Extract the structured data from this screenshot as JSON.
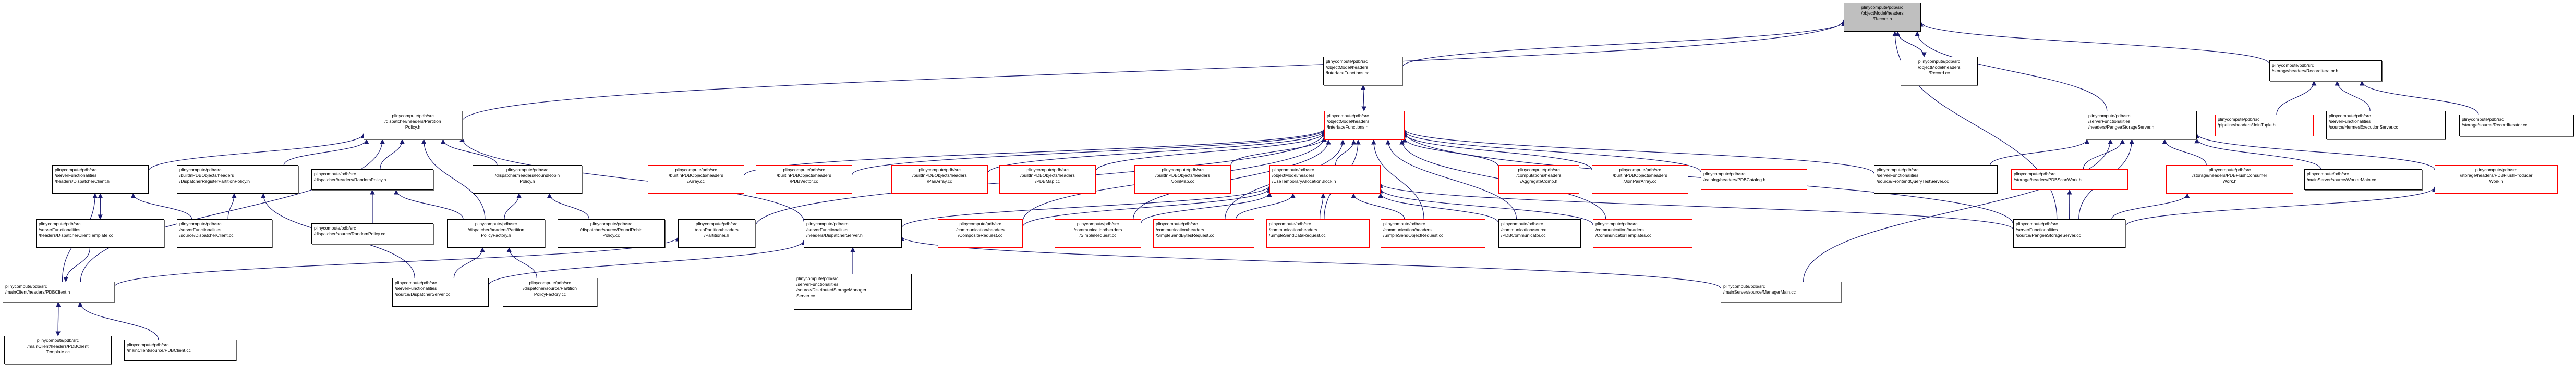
{
  "diagram": {
    "title": "Included-by dependency graph for plinycompute/pdb/src/objectModel/headers/Record.h",
    "colors": {
      "edge": "#191970",
      "node_border": "#000000",
      "incomplete_border": "#ff0000",
      "root_fill": "#bfbfbf"
    },
    "nodes": [
      {
        "id": "record_h",
        "lines": [
          "plinycompute/pdb/src",
          "/objectModel/headers",
          "/Record.h"
        ],
        "style": "root"
      },
      {
        "id": "interfacefunctions_cc",
        "lines": [
          "plinycompute/pdb/src",
          "/objectModel/headers",
          "/InterfaceFunctions.cc"
        ],
        "style": "normal"
      },
      {
        "id": "record_cc",
        "lines": [
          "plinycompute/pdb/src",
          "/objectModel/headers",
          "/Record.cc"
        ],
        "style": "normal"
      },
      {
        "id": "recorditerator_h",
        "lines": [
          "plinycompute/pdb/src",
          "/storage/headers/RecordIterator.h"
        ],
        "style": "normal"
      },
      {
        "id": "partitionpolicy_h",
        "lines": [
          "plinycompute/pdb/src",
          "/dispatcher/headers/Partition",
          "Policy.h"
        ],
        "style": "normal"
      },
      {
        "id": "interfacefunctions_h",
        "lines": [
          "plinycompute/pdb/src",
          "/objectModel/headers",
          "/InterfaceFunctions.h"
        ],
        "style": "red"
      },
      {
        "id": "pangeastorageserver_h",
        "lines": [
          "plinycompute/pdb/src",
          "/serverFunctionalities",
          "/headers/PangeaStorageServer.h"
        ],
        "style": "normal"
      },
      {
        "id": "jointuple_h",
        "lines": [
          "plinycompute/pdb/src",
          "/pipeline/headers/JoinTuple.h"
        ],
        "style": "red"
      },
      {
        "id": "hermesexecutionserver_cc",
        "lines": [
          "plinycompute/pdb/src",
          "/serverFunctionalities",
          "/source/HermesExecutionServer.cc"
        ],
        "style": "normal"
      },
      {
        "id": "recorditerator_cc",
        "lines": [
          "plinycompute/pdb/src",
          "/storage/source/RecordIterator.cc"
        ],
        "style": "normal"
      },
      {
        "id": "dispatcherclient_h",
        "lines": [
          "plinycompute/pdb/src",
          "/serverFunctionalities",
          "/headers/DispatcherClient.h"
        ],
        "style": "normal"
      },
      {
        "id": "dispatcherregisterpartitionpolicy_h",
        "lines": [
          "plinycompute/pdb/src",
          "/builtInPDBObjects/headers",
          "/DispatcherRegisterPartitionPolicy.h"
        ],
        "style": "normal"
      },
      {
        "id": "randompolicy_h",
        "lines": [
          "plinycompute/pdb/src",
          "/dispatcher/headers/RandomPolicy.h"
        ],
        "style": "normal"
      },
      {
        "id": "roundrobinpolicy_h",
        "lines": [
          "plinycompute/pdb/src",
          "/dispatcher/headers/RoundRobin",
          "Policy.h"
        ],
        "style": "normal"
      },
      {
        "id": "array_cc",
        "lines": [
          "plinycompute/pdb/src",
          "/builtInPDBObjects/headers",
          "/Array.cc"
        ],
        "style": "red"
      },
      {
        "id": "pdbvector_cc",
        "lines": [
          "plinycompute/pdb/src",
          "/builtInPDBObjects/headers",
          "/PDBVector.cc"
        ],
        "style": "red"
      },
      {
        "id": "pairarray_cc",
        "lines": [
          "plinycompute/pdb/src",
          "/builtInPDBObjects/headers",
          "/PairArray.cc"
        ],
        "style": "red"
      },
      {
        "id": "pdbmap_cc",
        "lines": [
          "plinycompute/pdb/src",
          "/builtInPDBObjects/headers",
          "/PDBMap.cc"
        ],
        "style": "red"
      },
      {
        "id": "joinmap_cc",
        "lines": [
          "plinycompute/pdb/src",
          "/builtInPDBObjects/headers",
          "/JoinMap.cc"
        ],
        "style": "red"
      },
      {
        "id": "usetemporaryallocationblock_h",
        "lines": [
          "plinycompute/pdb/src",
          "/objectModel/headers",
          "/UseTemporaryAllocationBlock.h"
        ],
        "style": "red"
      },
      {
        "id": "aggregatecomp_h",
        "lines": [
          "plinycompute/pdb/src",
          "/computations/headers",
          "/AggregateComp.h"
        ],
        "style": "red"
      },
      {
        "id": "joinpairarray_cc",
        "lines": [
          "plinycompute/pdb/src",
          "/builtInPDBObjects/headers",
          "/JoinPairArray.cc"
        ],
        "style": "red"
      },
      {
        "id": "pdbcatalog_h",
        "lines": [
          "plinycompute/pdb/src",
          "/catalog/headers/PDBCatalog.h"
        ],
        "style": "red"
      },
      {
        "id": "frontendquerytestserver_cc",
        "lines": [
          "plinycompute/pdb/src",
          "/serverFunctionalities",
          "/source/FrontendQueryTestServer.cc"
        ],
        "style": "normal"
      },
      {
        "id": "pdbscanwork_h",
        "lines": [
          "plinycompute/pdb/src",
          "/storage/headers/PDBScanWork.h"
        ],
        "style": "red"
      },
      {
        "id": "pdbflushconsumerwork_h",
        "lines": [
          "plinycompute/pdb/src",
          "/storage/headers/PDBFlushConsumer",
          "Work.h"
        ],
        "style": "red"
      },
      {
        "id": "workermain_cc",
        "lines": [
          "plinycompute/pdb/src",
          "/mainServer/source/WorkerMain.cc"
        ],
        "style": "normal"
      },
      {
        "id": "pdbflushproducerwork_h",
        "lines": [
          "plinycompute/pdb/src",
          "/storage/headers/PDBFlushProducer",
          "Work.h"
        ],
        "style": "red"
      },
      {
        "id": "dispatcherclienttemplate_cc",
        "lines": [
          "plinycompute/pdb/src",
          "/serverFunctionalities",
          "/headers/DispatcherClientTemplate.cc"
        ],
        "style": "normal"
      },
      {
        "id": "dispatcherclient_cc",
        "lines": [
          "plinycompute/pdb/src",
          "/serverFunctionalities",
          "/source/DispatcherClient.cc"
        ],
        "style": "normal"
      },
      {
        "id": "randompolicy_cc",
        "lines": [
          "plinycompute/pdb/src",
          "/dispatcher/source/RandomPolicy.cc"
        ],
        "style": "normal"
      },
      {
        "id": "partitionpolicyfactory_h",
        "lines": [
          "plinycompute/pdb/src",
          "/dispatcher/headers/Partition",
          "PolicyFactory.h"
        ],
        "style": "normal"
      },
      {
        "id": "roundrobinpolicy_cc",
        "lines": [
          "plinycompute/pdb/src",
          "/dispatcher/source/RoundRobin",
          "Policy.cc"
        ],
        "style": "normal"
      },
      {
        "id": "partitioner_h",
        "lines": [
          "plinycompute/pdb/src",
          "/dataPartition/headers",
          "/Partitioner.h"
        ],
        "style": "normal"
      },
      {
        "id": "dispatcherserver_h",
        "lines": [
          "plinycompute/pdb/src",
          "/serverFunctionalities",
          "/headers/DispatcherServer.h"
        ],
        "style": "normal"
      },
      {
        "id": "compositerequest_cc",
        "lines": [
          "plinycompute/pdb/src",
          "/communication/headers",
          "/CompositeRequest.cc"
        ],
        "style": "red"
      },
      {
        "id": "simplerequest_cc",
        "lines": [
          "plinycompute/pdb/src",
          "/communication/headers",
          "/SimpleRequest.cc"
        ],
        "style": "red"
      },
      {
        "id": "simplesendbytesrequest_cc",
        "lines": [
          "plinycompute/pdb/src",
          "/communication/headers",
          "/SimpleSendBytesRequest.cc"
        ],
        "style": "red"
      },
      {
        "id": "simplesenddatarequest_cc",
        "lines": [
          "plinycompute/pdb/src",
          "/communication/headers",
          "/SimpleSendDataRequest.cc"
        ],
        "style": "red"
      },
      {
        "id": "simplesendobjectrequest_cc",
        "lines": [
          "plinycompute/pdb/src",
          "/communication/headers",
          "/SimpleSendObjectRequest.cc"
        ],
        "style": "red"
      },
      {
        "id": "pdbcommunicator_cc",
        "lines": [
          "plinycompute/pdb/src",
          "/communication/source",
          "/PDBCommunicator.cc"
        ],
        "style": "normal"
      },
      {
        "id": "communicatortemplates_cc",
        "lines": [
          "plinycompute/pdb/src",
          "/communication/headers",
          "/CommunicatorTemplates.cc"
        ],
        "style": "red"
      },
      {
        "id": "pangeastorageserver_cc",
        "lines": [
          "plinycompute/pdb/src",
          "/serverFunctionalities",
          "/source/PangeaStorageServer.cc"
        ],
        "style": "normal"
      },
      {
        "id": "pdbclient_h",
        "lines": [
          "plinycompute/pdb/src",
          "/mainClient/headers/PDBClient.h"
        ],
        "style": "normal"
      },
      {
        "id": "dispatcherserver_cc",
        "lines": [
          "plinycompute/pdb/src",
          "/serverFunctionalities",
          "/source/DispatcherServer.cc"
        ],
        "style": "normal"
      },
      {
        "id": "partitionpolicyfactory_cc",
        "lines": [
          "plinycompute/pdb/src",
          "/dispatcher/source/Partition",
          "PolicyFactory.cc"
        ],
        "style": "normal"
      },
      {
        "id": "distributedstoragemanagerserver_cc",
        "lines": [
          "plinycompute/pdb/src",
          "/serverFunctionalities",
          "/source/DistributedStorageManager",
          "Server.cc"
        ],
        "style": "normal"
      },
      {
        "id": "managermain_cc",
        "lines": [
          "plinycompute/pdb/src",
          "/mainServer/source/ManagerMain.cc"
        ],
        "style": "normal"
      },
      {
        "id": "pdbclienttemplate_cc",
        "lines": [
          "plinycompute/pdb/src",
          "/mainClient/headers/PDBClient",
          "Template.cc"
        ],
        "style": "normal"
      },
      {
        "id": "pdbclient_cc",
        "lines": [
          "plinycompute/pdb/src",
          "/mainClient/source/PDBClient.cc"
        ],
        "style": "normal"
      }
    ],
    "edges": [
      [
        "interfacefunctions_cc",
        "record_h"
      ],
      [
        "record_cc",
        "record_h"
      ],
      [
        "record_h",
        "record_cc"
      ],
      [
        "recorditerator_h",
        "record_h"
      ],
      [
        "partitionpolicy_h",
        "record_h"
      ],
      [
        "pangeastorageserver_h",
        "record_h"
      ],
      [
        "pangeastorageserver_cc",
        "record_h"
      ],
      [
        "interfacefunctions_h",
        "interfacefunctions_cc"
      ],
      [
        "interfacefunctions_cc",
        "interfacefunctions_h"
      ],
      [
        "jointuple_h",
        "recorditerator_h"
      ],
      [
        "hermesexecutionserver_cc",
        "recorditerator_h"
      ],
      [
        "recorditerator_cc",
        "recorditerator_h"
      ],
      [
        "dispatcherclient_h",
        "partitionpolicy_h"
      ],
      [
        "dispatcherregisterpartitionpolicy_h",
        "partitionpolicy_h"
      ],
      [
        "randompolicy_h",
        "partitionpolicy_h"
      ],
      [
        "roundrobinpolicy_h",
        "partitionpolicy_h"
      ],
      [
        "partitionpolicyfactory_h",
        "partitionpolicy_h"
      ],
      [
        "dispatcherserver_h",
        "partitionpolicy_h"
      ],
      [
        "pdbclient_h",
        "partitionpolicy_h"
      ],
      [
        "array_cc",
        "interfacefunctions_h"
      ],
      [
        "pdbvector_cc",
        "interfacefunctions_h"
      ],
      [
        "pairarray_cc",
        "interfacefunctions_h"
      ],
      [
        "pdbmap_cc",
        "interfacefunctions_h"
      ],
      [
        "joinmap_cc",
        "interfacefunctions_h"
      ],
      [
        "usetemporaryallocationblock_h",
        "interfacefunctions_h"
      ],
      [
        "aggregatecomp_h",
        "interfacefunctions_h"
      ],
      [
        "joinpairarray_cc",
        "interfacefunctions_h"
      ],
      [
        "pdbcatalog_h",
        "interfacefunctions_h"
      ],
      [
        "frontendquerytestserver_cc",
        "interfacefunctions_h"
      ],
      [
        "partitioner_h",
        "interfacefunctions_h"
      ],
      [
        "compositerequest_cc",
        "interfacefunctions_h"
      ],
      [
        "simplerequest_cc",
        "interfacefunctions_h"
      ],
      [
        "simplesendbytesrequest_cc",
        "interfacefunctions_h"
      ],
      [
        "simplesenddatarequest_cc",
        "interfacefunctions_h"
      ],
      [
        "simplesendobjectrequest_cc",
        "interfacefunctions_h"
      ],
      [
        "pdbcommunicator_cc",
        "interfacefunctions_h"
      ],
      [
        "communicatortemplates_cc",
        "interfacefunctions_h"
      ],
      [
        "pangeastorageserver_cc",
        "interfacefunctions_h"
      ],
      [
        "frontendquerytestserver_cc",
        "pangeastorageserver_h"
      ],
      [
        "pdbscanwork_h",
        "pangeastorageserver_h"
      ],
      [
        "pdbflushconsumerwork_h",
        "pangeastorageserver_h"
      ],
      [
        "workermain_cc",
        "pangeastorageserver_h"
      ],
      [
        "pdbflushproducerwork_h",
        "pangeastorageserver_h"
      ],
      [
        "pangeastorageserver_cc",
        "pangeastorageserver_h"
      ],
      [
        "managermain_cc",
        "pangeastorageserver_h"
      ],
      [
        "pangeastorageserver_cc",
        "pdbscanwork_h"
      ],
      [
        "pangeastorageserver_cc",
        "pdbflushconsumerwork_h"
      ],
      [
        "pangeastorageserver_cc",
        "pdbflushproducerwork_h"
      ],
      [
        "dispatcherclienttemplate_cc",
        "dispatcherclient_h"
      ],
      [
        "dispatcherclient_h",
        "dispatcherclienttemplate_cc"
      ],
      [
        "dispatcherclient_cc",
        "dispatcherclient_h"
      ],
      [
        "pdbclient_h",
        "dispatcherclient_h"
      ],
      [
        "dispatcherclient_cc",
        "dispatcherregisterpartitionpolicy_h"
      ],
      [
        "dispatcherserver_cc",
        "dispatcherregisterpartitionpolicy_h"
      ],
      [
        "randompolicy_cc",
        "randompolicy_h"
      ],
      [
        "partitionpolicyfactory_h",
        "randompolicy_h"
      ],
      [
        "partitionpolicyfactory_h",
        "roundrobinpolicy_h"
      ],
      [
        "roundrobinpolicy_cc",
        "roundrobinpolicy_h"
      ],
      [
        "dispatcherserver_cc",
        "partitionpolicyfactory_h"
      ],
      [
        "partitionpolicyfactory_cc",
        "partitionpolicyfactory_h"
      ],
      [
        "pdbclient_h",
        "partitioner_h"
      ],
      [
        "dispatcherserver_cc",
        "dispatcherserver_h"
      ],
      [
        "distributedstoragemanagerserver_cc",
        "dispatcherserver_h"
      ],
      [
        "managermain_cc",
        "dispatcherserver_h"
      ],
      [
        "compositerequest_cc",
        "usetemporaryallocationblock_h"
      ],
      [
        "simplerequest_cc",
        "usetemporaryallocationblock_h"
      ],
      [
        "simplesendbytesrequest_cc",
        "usetemporaryallocationblock_h"
      ],
      [
        "simplesenddatarequest_cc",
        "usetemporaryallocationblock_h"
      ],
      [
        "simplesendobjectrequest_cc",
        "usetemporaryallocationblock_h"
      ],
      [
        "pdbcommunicator_cc",
        "usetemporaryallocationblock_h"
      ],
      [
        "communicatortemplates_cc",
        "usetemporaryallocationblock_h"
      ],
      [
        "pangeastorageserver_cc",
        "usetemporaryallocationblock_h"
      ],
      [
        "dispatcherserver_h",
        "usetemporaryallocationblock_h"
      ],
      [
        "pdbclienttemplate_cc",
        "pdbclient_h"
      ],
      [
        "pdbclient_h",
        "pdbclienttemplate_cc"
      ],
      [
        "pdbclient_cc",
        "pdbclient_h"
      ],
      [
        "dispatcherclienttemplate_cc",
        "pdbclient_h"
      ]
    ]
  }
}
